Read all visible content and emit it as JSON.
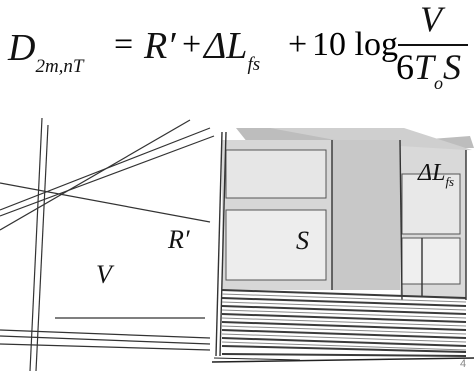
{
  "formula": {
    "lhs_main": "D",
    "lhs_sub": "2m,nT",
    "equals": "=",
    "term1": "R′",
    "plus1": "+",
    "delta": "ΔL",
    "delta_sub": "fs",
    "plus2": "+",
    "coef": "10 log",
    "frac_num": "V",
    "frac_den_6": "6",
    "frac_den_T": "T",
    "frac_den_To_sub": "o",
    "frac_den_S": "S"
  },
  "labels": {
    "r_prime": "R′",
    "v": "V",
    "s": "S",
    "delta_l_fs": "ΔL",
    "delta_l_fs_sub": "fs"
  },
  "page_number": "4"
}
